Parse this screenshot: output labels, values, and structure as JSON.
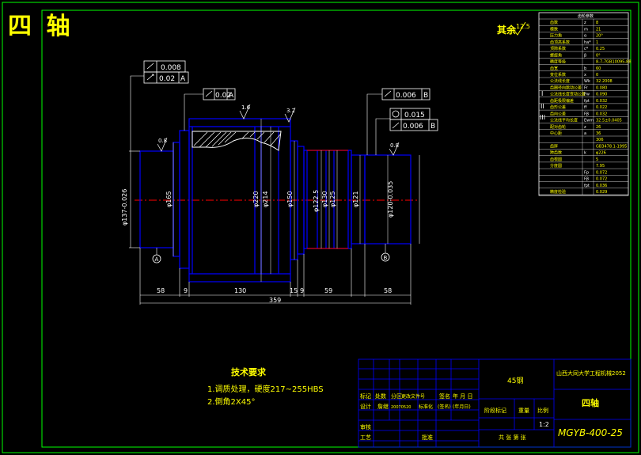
{
  "page_title": "四 轴",
  "roughness": {
    "label": "其余",
    "value": "12.5"
  },
  "surface_marks": [
    "1.6",
    "3.2",
    "0.8",
    "0.8"
  ],
  "tolerances": {
    "left_flatness": "0.008",
    "left_runout": "0.02",
    "left_ref": "A",
    "gear_runout": "0.02",
    "gear_ref": "A",
    "right_runout_b": "0.006",
    "right_ref_b": "B",
    "right_cyl": "0.015",
    "right_runout2": "0.006",
    "right_ref2": "B"
  },
  "datum_labels": [
    "A",
    "B"
  ],
  "diameters": [
    "φ137-0.026",
    "φ165",
    "φ220",
    "φ214",
    "φ150",
    "φ122.5",
    "φ130",
    "φ125",
    "φ121",
    "φ120-0.035"
  ],
  "dims": [
    "58",
    "9",
    "130",
    "15",
    "9",
    "59",
    "58",
    "359"
  ],
  "notes": {
    "heading": "技术要求",
    "line1": "1.调质处理，硬度217~255HBS",
    "line2": "2.倒角2X45°"
  },
  "title_block": {
    "material": "45钢",
    "school": "山西大同大学工程机械2052",
    "part_name": "四轴",
    "drawing_no": "MGYB-400-25",
    "scale": "1:2",
    "sheet": "共 张 第 张",
    "hdr1": "标记",
    "hdr2": "处数",
    "hdr3": "分区",
    "hdr4": "更改文件号",
    "hdr5": "签名",
    "hdr6": "年 月 日",
    "design": "设计",
    "design_name": "詹继",
    "date": "20070520",
    "std": "标准化",
    "std_sign": "(签名)",
    "date2": "(年月日)",
    "stage": "阶段标记",
    "weight": "重量",
    "ratio": "比例",
    "review": "审核",
    "process": "工艺",
    "approve": "批准"
  },
  "param_table": {
    "title": "齿轮参数",
    "rows": [
      [
        "齿数",
        "z",
        "8"
      ],
      [
        "模数",
        "m",
        "21"
      ],
      [
        "压力角",
        "α",
        "20°"
      ],
      [
        "齿顶高系数",
        "ha*",
        "1"
      ],
      [
        "顶隙系数",
        "c*",
        "0.25"
      ],
      [
        "螺旋角",
        "β",
        "0°"
      ],
      [
        "精度等级",
        "",
        "8-7-7GB10095-88"
      ],
      [
        "齿宽",
        "b",
        "60"
      ],
      [
        "变位系数",
        "x",
        "0"
      ],
      [
        "公法线长度",
        "Wk",
        "32.2008"
      ],
      [
        "齿圈径向跳动公差",
        "Fr",
        "0.080"
      ],
      [
        "公法线长度变动公差",
        "Fw",
        "0.090"
      ],
      [
        "齿距极限偏差",
        "fpt",
        "0.032"
      ],
      [
        "齿形公差",
        "ff",
        "0.022"
      ],
      [
        "齿向公差",
        "Fβ",
        "0.032"
      ],
      [
        "公法线平均长度",
        "Ewm",
        "32.5±0.0405"
      ],
      [
        "配对齿轮",
        "z",
        "26"
      ],
      [
        "中心距",
        "a",
        "36"
      ],
      [
        "",
        "",
        "306"
      ],
      [
        "齿厚",
        "",
        "GB3478.1-1995"
      ],
      [
        "跨齿数",
        "k",
        "φ226"
      ],
      [
        "齿根圆",
        "",
        "5"
      ],
      [
        "分度圆",
        "",
        "7.95"
      ],
      [
        "",
        "Fp",
        "0.072"
      ],
      [
        "",
        "Fβ",
        "0.072"
      ],
      [
        "",
        "fpt",
        "0.036"
      ],
      [
        "精度检验",
        "",
        "0.029"
      ]
    ],
    "group_labels": [
      "I",
      "II",
      "III"
    ]
  },
  "colors": {
    "border": "#00ff00",
    "geometry": "#0000ff",
    "text": "#ffff00",
    "center": "#ff0000",
    "hatch": "#ffffff",
    "dim": "#ffffff"
  }
}
